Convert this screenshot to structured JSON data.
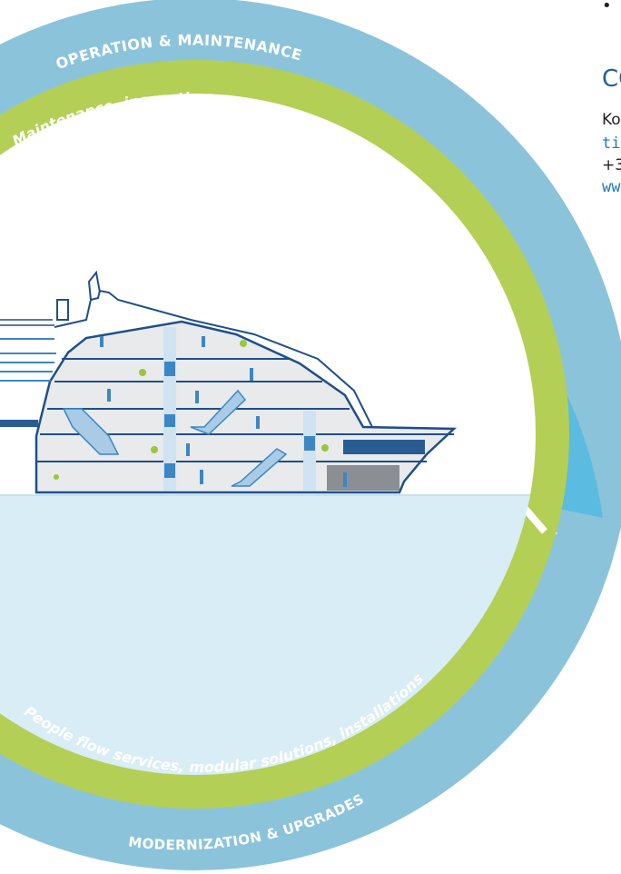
{
  "diagram": {
    "outer_top_label": "OPERATION & MAINTENANCE",
    "inner_top_label": "Maintenance, inspections, repairs, spare parts",
    "inner_bottom_label": "People flow services, modular solutions, installations",
    "outer_bottom_label": "MODERNIZATION & UPGRADES"
  },
  "colors": {
    "outer_top_ring": "#5bbbe0",
    "outer_bottom_ring": "#8bc4da",
    "inner_ring": "#b4cf55",
    "sea": "#d9edf6",
    "ship_outline": "#1f4f8a",
    "ship_fill": "#e8eaeb",
    "accent_blue": "#1b5f9e"
  },
  "side_text": {
    "bullet": "•",
    "heading": "CO",
    "line1": "Ko",
    "line2": "tir",
    "line3": "+3",
    "line4": "ww"
  }
}
